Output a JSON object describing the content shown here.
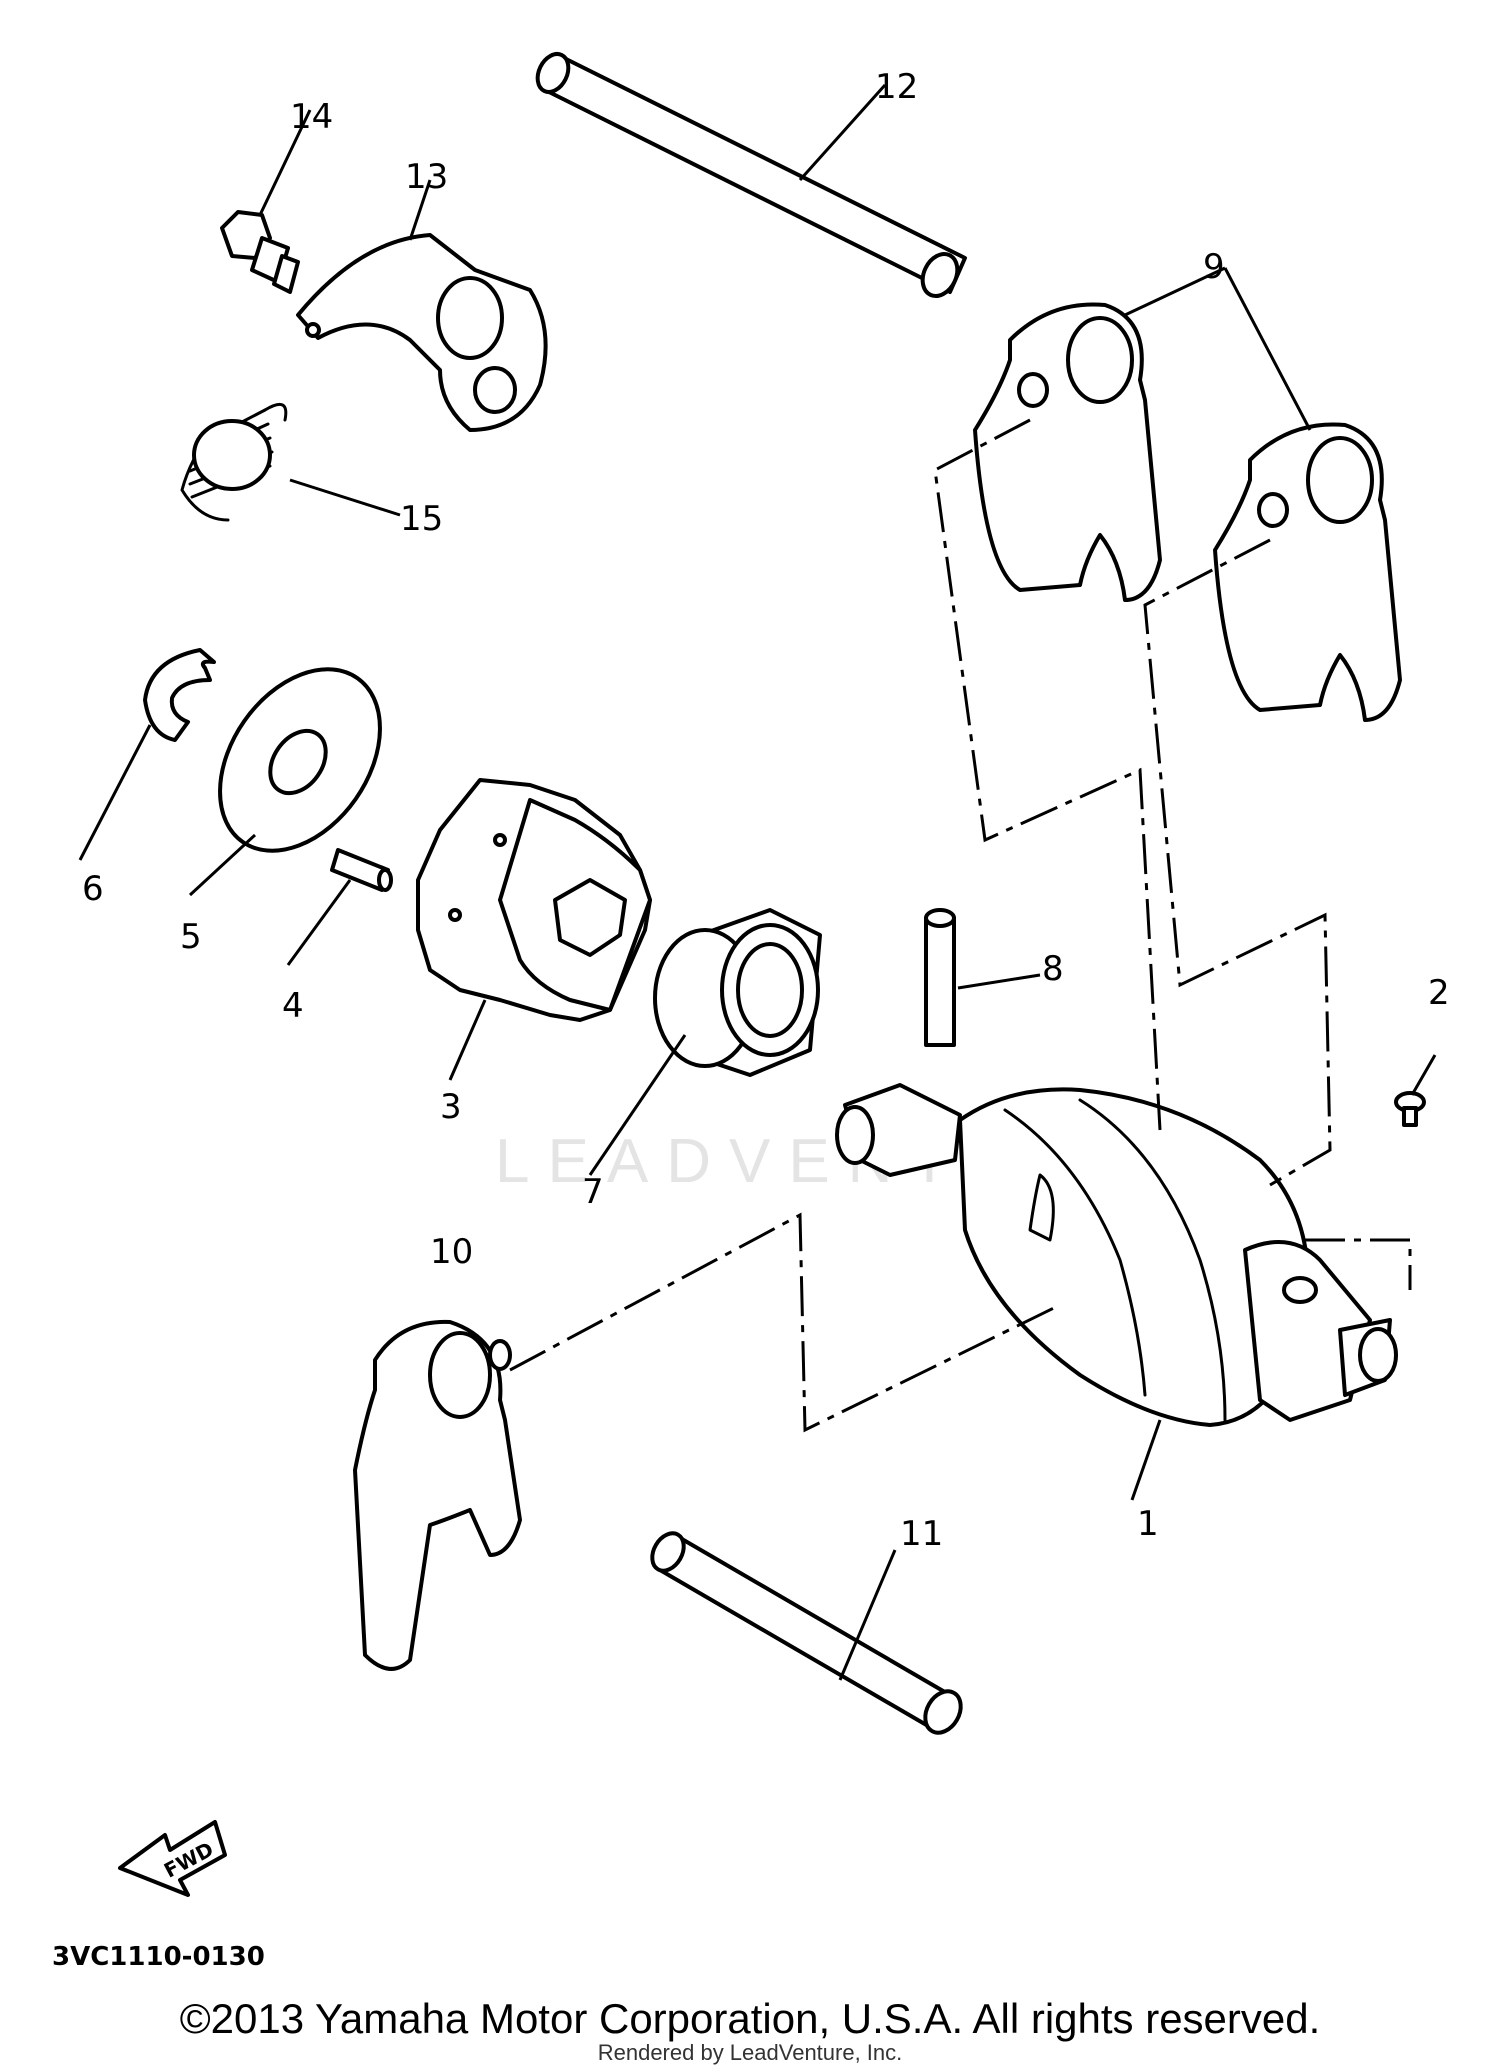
{
  "diagram": {
    "callouts": [
      "1",
      "2",
      "3",
      "4",
      "5",
      "6",
      "7",
      "8",
      "9",
      "10",
      "11",
      "12",
      "13",
      "14",
      "15"
    ],
    "catalog_code": "3VC1110-0130",
    "fwd_label": "FWD",
    "watermark": "LEADVENTURE"
  },
  "footer": {
    "copyright": "©2013 Yamaha Motor Corporation, U.S.A. All rights reserved.",
    "rendered_by": "Rendered by LeadVenture, Inc."
  }
}
